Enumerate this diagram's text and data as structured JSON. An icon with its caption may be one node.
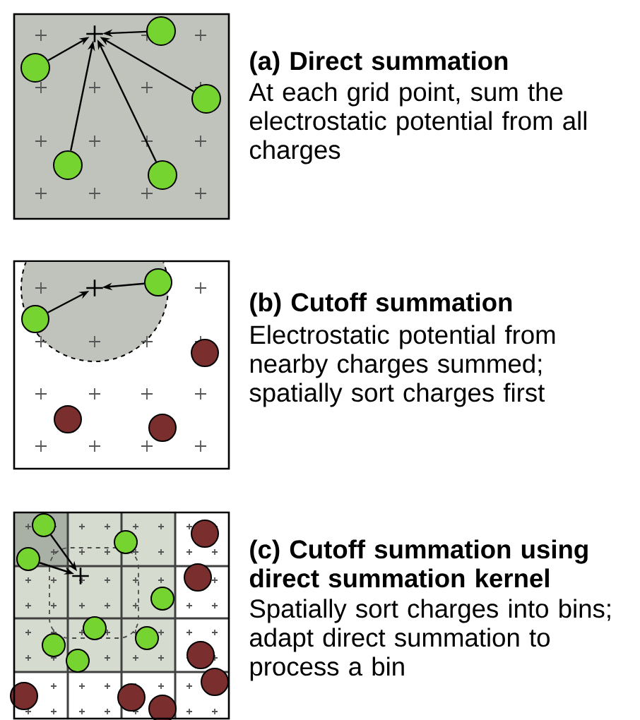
{
  "diagram": {
    "nodes": [
      {
        "text": [],
        "shape": "box",
        "beside": [
          "(a) Direct summation",
          "At each grid point, sum the electrostatic potential from all charges"
        ]
      },
      {
        "text": [],
        "shape": "cross",
        "in": 0
      },
      {
        "text": [],
        "shape": "circle",
        "in": 0
      },
      {
        "text": [],
        "shape": "circle",
        "in": 0
      },
      {
        "text": [],
        "shape": "circle",
        "in": 0
      },
      {
        "text": [],
        "shape": "circle",
        "in": 0
      },
      {
        "text": [],
        "shape": "circle",
        "in": 0
      },
      {
        "text": [],
        "shape": "box",
        "beside": [
          "(b) Cutoff summation",
          "Electrostatic potential from nearby charges summed; spatially sort charges first"
        ]
      },
      {
        "text": [],
        "shape": "cross",
        "in": 7
      },
      {
        "text": [],
        "shape": "circle",
        "in": 7
      },
      {
        "text": [],
        "shape": "circle",
        "in": 7
      },
      {
        "text": [],
        "shape": "box",
        "beside": [
          "(c) Cutoff summation using direct summation kernel",
          "Spatially sort charges into bins; adapt direct summation to process a bin"
        ]
      },
      {
        "text": [],
        "shape": "cross",
        "in": 11
      },
      {
        "text": [],
        "shape": "circle",
        "in": 11
      },
      {
        "text": [],
        "shape": "circle",
        "in": 11
      },
      {
        "text": [],
        "shape": "circle",
        "in": 11
      },
      {
        "text": [],
        "shape": "circle",
        "in": 11
      },
      {
        "text": [],
        "shape": "circle",
        "in": 11
      },
      {
        "text": [],
        "shape": "circle",
        "in": 11
      },
      {
        "text": [],
        "shape": "circle",
        "in": 11
      },
      {
        "text": [],
        "shape": "circle",
        "in": 11
      }
    ],
    "edges": [
      {
        "from": 2,
        "to": 1,
        "arrow": "to"
      },
      {
        "from": 3,
        "to": 1,
        "arrow": "to"
      },
      {
        "from": 4,
        "to": 1,
        "arrow": "to"
      },
      {
        "from": 5,
        "to": 1,
        "arrow": "to"
      },
      {
        "from": 6,
        "to": 1,
        "arrow": "to"
      },
      {
        "from": 9,
        "to": 8,
        "arrow": "to"
      },
      {
        "from": 10,
        "to": 8,
        "arrow": "to"
      },
      {
        "from": 13,
        "to": 12,
        "arrow": "to"
      },
      {
        "from": 14,
        "to": 12,
        "arrow": "to"
      }
    ]
  }
}
